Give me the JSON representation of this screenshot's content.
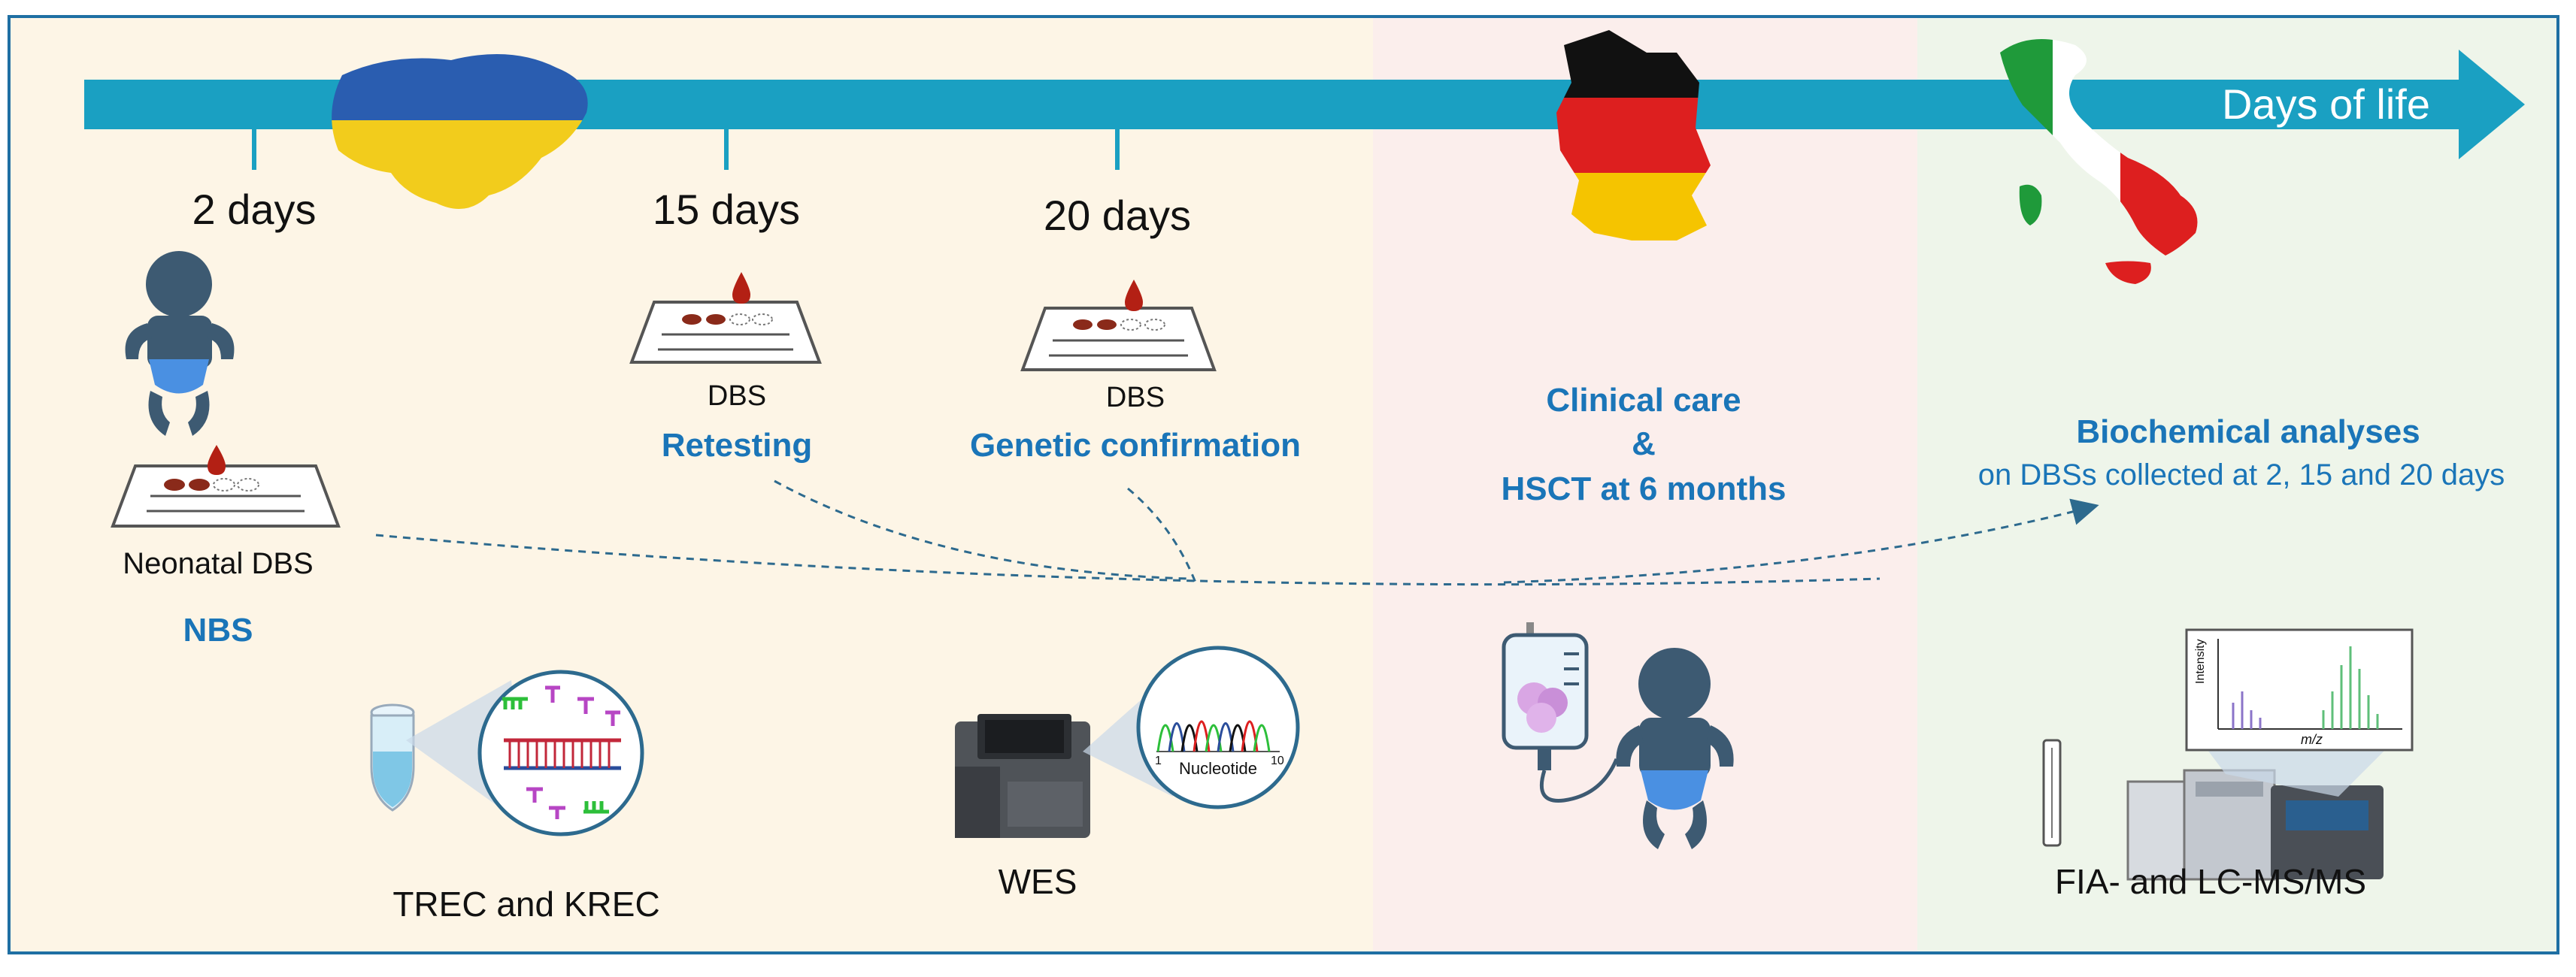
{
  "timeline": {
    "arrow_label": "Days of life",
    "ticks": [
      {
        "label": "2 days"
      },
      {
        "label": "15 days"
      },
      {
        "label": "20 days"
      }
    ]
  },
  "stages": {
    "ukraine": {
      "neonatal_label": "Neonatal DBS",
      "nbs_label": "NBS",
      "retest_dbs_label": "DBS",
      "retesting_label": "Retesting",
      "genetic_dbs_label": "DBS",
      "genetic_label": "Genetic confirmation",
      "trec_label": "TREC and KREC",
      "wes_label": "WES",
      "nucleotide_label": "Nucleotide",
      "chromatogram_ticks": [
        "1",
        "10"
      ]
    },
    "germany": {
      "care_line1": "Clinical care",
      "care_line2": "&",
      "care_line3": "HSCT at 6 months"
    },
    "italy": {
      "analyses_title": "Biochemical analyses",
      "analyses_subtitle": "on DBSs collected at 2, 15 and 20 days",
      "ms_label": "FIA- and LC-MS/MS",
      "spectrum_ylabel": "Intensity",
      "spectrum_xlabel": "m/z"
    }
  },
  "colors": {
    "timeline": "#1aa0c2",
    "label_blue": "#1a75b8",
    "panel_ukraine": "#fdf5e6",
    "panel_germany": "#fbeeec",
    "panel_italy": "#eef5ea",
    "flag_blue": "#2a5db0",
    "flag_yellow": "#f2cc1c",
    "flag_black": "#111111",
    "flag_red": "#dd1f1f",
    "flag_gold": "#f5c400",
    "flag_green": "#1f9a3a",
    "baby": "#3d5a72",
    "diaper": "#4a90e2",
    "blood": "#b32014"
  },
  "icons": [
    "baby-icon",
    "dbs-card-icon",
    "flag-map-ukraine",
    "flag-map-germany",
    "flag-map-italy",
    "pcr-tube-icon",
    "dna-magnifier-icon",
    "sequencer-icon",
    "chromatogram-icon",
    "iv-bag-icon",
    "mass-spectrometer-icon",
    "spectrum-icon"
  ]
}
